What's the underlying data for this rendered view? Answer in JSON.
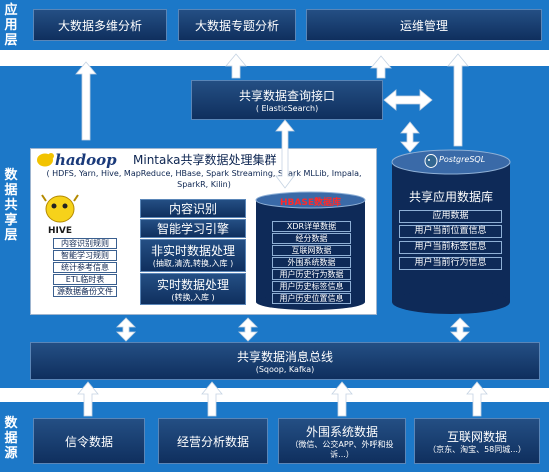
{
  "layers": {
    "app": "应\n用\n层",
    "shared": "数\n据\n共\n享\n层",
    "source": "数\n据\n源"
  },
  "apps": [
    "大数据多维分析",
    "大数据专题分析",
    "运维管理"
  ],
  "query_interface": {
    "title": "共享数据查询接口",
    "sub": "( ElasticSearch)"
  },
  "hadoop": {
    "logo": "hadoop",
    "title": "Mintaka共享数据处理集群",
    "sub": "( HDFS, Yarn, Hive, MapReduce, HBase, Spark Streaming, Spark MLLib, Impala, SparkR, Kilin)"
  },
  "hive": {
    "logo": "HIVE",
    "items": [
      "内容识别规则",
      "智能学习规则",
      "统计参考信息",
      "ETL临时表",
      "源数据备份文件"
    ]
  },
  "processing": [
    {
      "title": "内容识别",
      "sub": ""
    },
    {
      "title": "智能学习引擎",
      "sub": ""
    },
    {
      "title": "非实时数据处理",
      "sub": "(抽取,清洗,转换,入库 )"
    },
    {
      "title": "实时数据处理",
      "sub": "(转换,入库 )"
    }
  ],
  "hbase": {
    "label": "HBASE数据库",
    "items": [
      "XDR详单数据",
      "经分数据",
      "互联网数据",
      "外围系统数据",
      "用户历史行为数据",
      "用户历史标签信息",
      "用户历史位置信息"
    ]
  },
  "app_db": {
    "logo": "PostgreSQL",
    "title": "共享应用数据库",
    "items": [
      "应用数据",
      "用户当前位置信息",
      "用户当前标签信息",
      "用户当前行为信息"
    ]
  },
  "bus": {
    "title": "共享数据消息总线",
    "sub": "(Sqoop, Kafka)"
  },
  "sources": [
    {
      "title": "信令数据",
      "sub": ""
    },
    {
      "title": "经营分析数据",
      "sub": ""
    },
    {
      "title": "外围系统数据",
      "sub": "（微信、公交APP、外呼和投诉...）"
    },
    {
      "title": "互联网数据",
      "sub": "（京东、淘宝、58同城...）"
    }
  ],
  "colors": {
    "band": "#1c78c8",
    "box": "#16396b",
    "arrow": "#ffffff"
  }
}
